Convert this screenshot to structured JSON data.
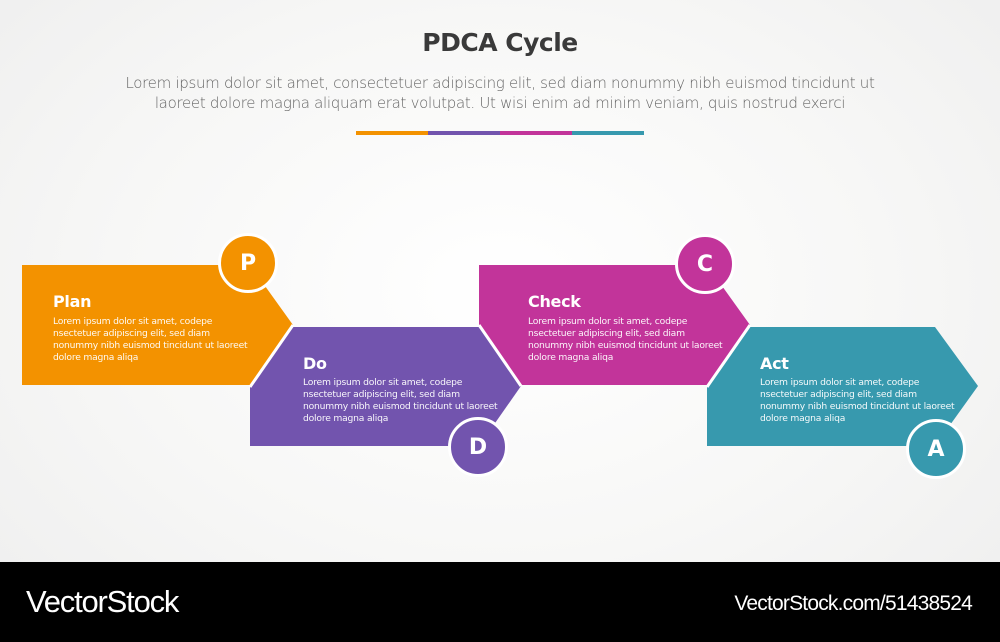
{
  "header": {
    "title": "PDCA Cycle",
    "subtitle_line1": "Lorem ipsum dolor sit amet, consectetuer adipiscing elit, sed diam nonummy nibh euismod tincidunt ut",
    "subtitle_line2": "laoreet dolore magna aliquam erat volutpat. Ut wisi enim ad minim veniam, quis nostrud exerci"
  },
  "colors": {
    "plan": "#F39200",
    "do": "#7254AE",
    "check": "#C2349A",
    "act": "#3799AE"
  },
  "steps": [
    {
      "letter": "P",
      "title": "Plan",
      "description": "Lorem ipsum dolor sit amet, codepe nsectetuer adipiscing elit, sed diam nonummy nibh euismod tincidunt ut laoreet dolore magna aliqa",
      "color": "#F39200"
    },
    {
      "letter": "D",
      "title": "Do",
      "description": "Lorem ipsum dolor sit amet, codepe nsectetuer adipiscing elit, sed diam nonummy nibh euismod tincidunt ut laoreet dolore magna aliqa",
      "color": "#7254AE"
    },
    {
      "letter": "C",
      "title": "Check",
      "description": "Lorem ipsum dolor sit amet, codepe nsectetuer adipiscing elit, sed diam nonummy nibh euismod tincidunt ut laoreet dolore magna aliqa",
      "color": "#C2349A"
    },
    {
      "letter": "A",
      "title": "Act",
      "description": "Lorem ipsum dolor sit amet, codepe nsectetuer adipiscing elit, sed diam nonummy nibh euismod tincidunt ut laoreet dolore magna aliqa",
      "color": "#3799AE"
    }
  ],
  "footer": {
    "logo": "VectorStock",
    "image_id": "VectorStock.com/51438524"
  }
}
